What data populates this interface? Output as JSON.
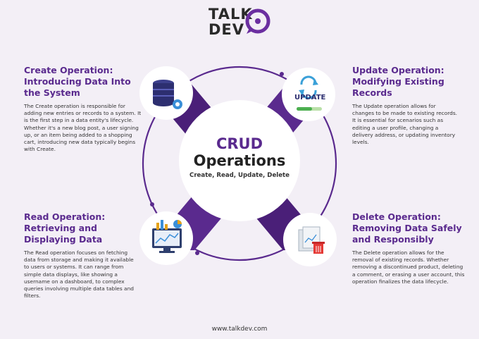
{
  "brand": {
    "line1": "TALK",
    "line2": "DEV"
  },
  "center": {
    "title1": "CRUD",
    "title2": "Operations",
    "subtitle": "Create, Read, Update, Delete"
  },
  "sections": {
    "create": {
      "title": "Create Operation: Introducing Data Into the System",
      "body": "The Create operation is responsible for adding new entries or records to a system. It is the first step in a data entity's lifecycle. Whether it's a new blog post, a user signing up, or an item being added to a shopping cart, introducing new data typically begins with Create."
    },
    "update": {
      "title": "Update Operation: Modifying Existing Records",
      "body": "The Update operation allows for changes to be made to existing records. It is essential for scenarios such as editing a user profile, changing a delivery address, or updating inventory levels."
    },
    "read": {
      "title": "Read Operation: Retrieving and Displaying Data",
      "body": "The Read operation focuses on fetching data from storage and making it available to users or systems. It can range from simple data displays, like showing a username on a dashboard, to complex queries involving multiple data tables and filters."
    },
    "delete": {
      "title": "Delete Operation: Removing Data Safely and Responsibly",
      "body": "The Delete operation allows for the removal of existing records. Whether removing a discontinued product, deleting a comment, or erasing a user account, this operation finalizes the data lifecycle."
    }
  },
  "icons": {
    "update_badge": "UPDATE"
  },
  "footer": {
    "url": "www.talkdev.com"
  },
  "colors": {
    "purple": "#5a2a8e",
    "dark_purple": "#4a1f78",
    "background": "#f3eff6"
  }
}
